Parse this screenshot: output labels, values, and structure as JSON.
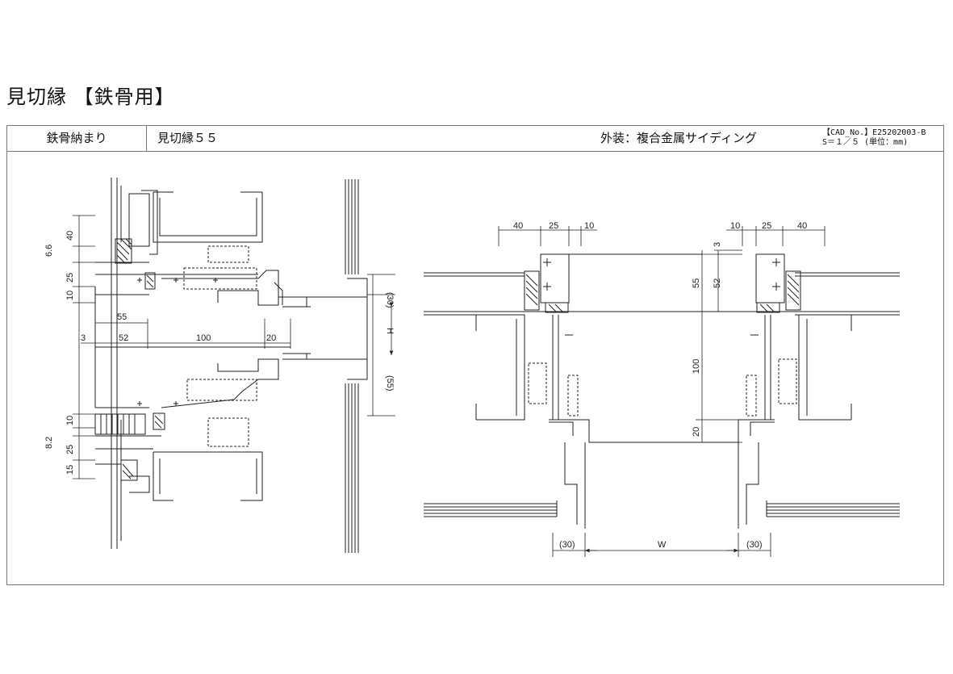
{
  "page": {
    "title": "見切縁 【鉄骨用】"
  },
  "header": {
    "section": "鉄骨納まり",
    "product": "見切縁５５",
    "exterior": "外装：複合金属サイディング",
    "cad_no": "【CAD_No.】E25202003-B",
    "scale": "S＝１／５ (単位：mm)"
  },
  "left_view": {
    "dims_vertical": [
      "40",
      "6.6",
      "25",
      "10",
      "10",
      "8.2",
      "25",
      "15"
    ],
    "dims_horizontal": [
      "55",
      "3",
      "52",
      "100",
      "20"
    ],
    "dims_right": [
      "(30)",
      "H",
      "(55)"
    ]
  },
  "right_view": {
    "top_left_dims": [
      "40",
      "25",
      "10"
    ],
    "top_right_dims": [
      "10",
      "25",
      "40"
    ],
    "right_vertical": [
      "3",
      "55",
      "52",
      "100",
      "20"
    ],
    "bottom_dims": [
      "(30)",
      "W",
      "(30)"
    ]
  }
}
